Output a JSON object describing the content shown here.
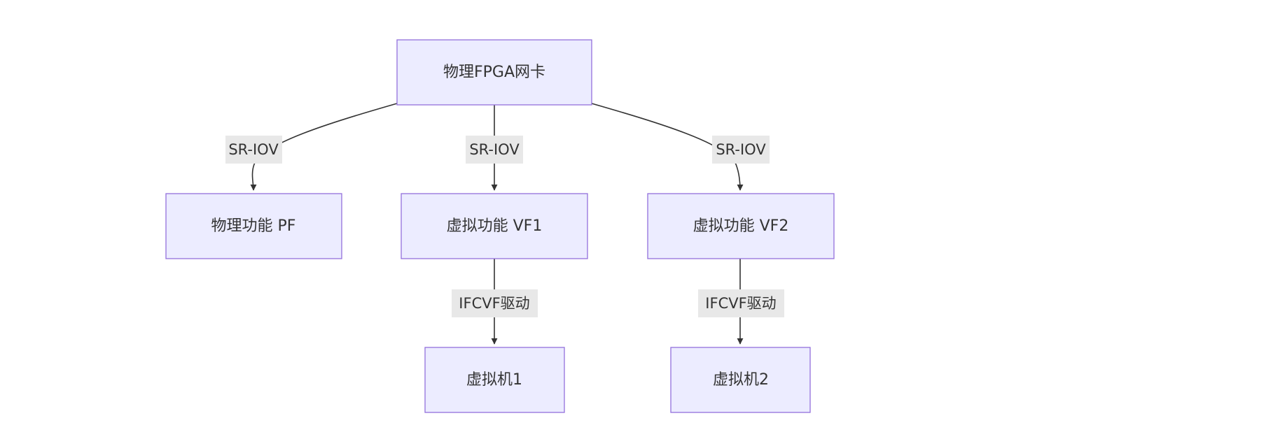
{
  "diagram": {
    "nodes": {
      "fpga": {
        "label": "物理FPGA网卡"
      },
      "pf": {
        "label": "物理功能 PF"
      },
      "vf1": {
        "label": "虚拟功能 VF1"
      },
      "vf2": {
        "label": "虚拟功能 VF2"
      },
      "vm1": {
        "label": "虚拟机1"
      },
      "vm2": {
        "label": "虚拟机2"
      }
    },
    "edges": [
      {
        "from": "fpga",
        "to": "pf",
        "label": "SR-IOV"
      },
      {
        "from": "fpga",
        "to": "vf1",
        "label": "SR-IOV"
      },
      {
        "from": "fpga",
        "to": "vf2",
        "label": "SR-IOV"
      },
      {
        "from": "vf1",
        "to": "vm1",
        "label": "IFCVF驱动"
      },
      {
        "from": "vf2",
        "to": "vm2",
        "label": "IFCVF驱动"
      }
    ],
    "colors": {
      "node_fill": "#ececff",
      "node_stroke": "#9370db",
      "edge": "#333333",
      "label_bg": "#e8e8e8",
      "text": "#333333"
    }
  }
}
